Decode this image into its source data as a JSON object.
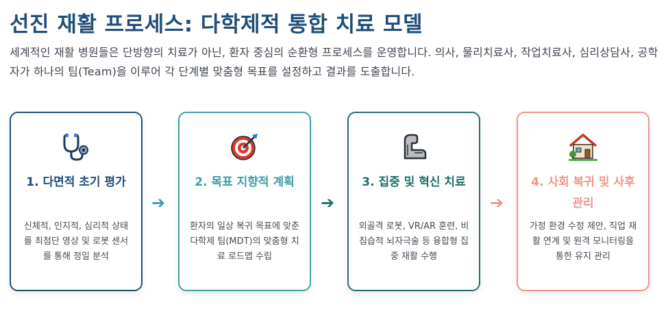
{
  "title": "선진 재활 프로세스: 다학제적 통합 치료 모델",
  "description": "세계적인 재활 병원들은 단방향의 치료가 아닌, 환자 중심의 순환형 프로세스를 운영합니다. 의사, 물리치료사, 작업치료사, 심리상담사, 공학자가 하나의 팀(Team)을 이루어 각 단계별 맞춤형 목표를 설정하고 결과를 도출합니다.",
  "arrow_glyph": "➔",
  "steps": [
    {
      "title": "1. 다면적 초기 평가",
      "description": "신체적, 인지적, 심리적 상태를 최첨단 영상 및 로봇 센서를 통해 정밀 분석",
      "icon": "stethoscope-icon",
      "color": "#1f4e7a"
    },
    {
      "title": "2. 목표 지향적 계획",
      "description": "환자의 일상 복귀 목표에 맞춘 다학제 팀(MDT)의 맞춤형 치료 로드맵 수립",
      "icon": "target-icon",
      "color": "#3aa0a6"
    },
    {
      "title": "3. 집중 및 혁신 치료",
      "description": "외골격 로봇, VR/AR 훈련, 비침습적 뇌자극술 등 융합형 집중 재활 수행",
      "icon": "mechanical-arm-icon",
      "color": "#1f6f6a"
    },
    {
      "title": "4. 사회 복귀 및 사후 관리",
      "description": "가정 환경 수정 제안, 직업 재활 연계 및 원격 모니터링을 통한 유지 관리",
      "icon": "house-icon",
      "color": "#f2948a"
    }
  ],
  "arrow_colors": [
    "#3aa0a6",
    "#1f6f6a",
    "#f2948a"
  ]
}
